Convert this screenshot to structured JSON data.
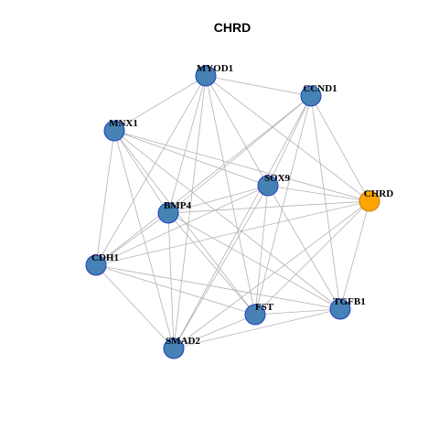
{
  "title": "CHRD",
  "colors": {
    "default_node": "#4682b4",
    "default_node_border": "#1f3fbf",
    "query_node": "#ffa500",
    "query_node_border": "#c87f00",
    "edge": "#b3b3b3"
  },
  "nodes": [
    {
      "id": "MYOD1",
      "label": "MYOD1",
      "query": false
    },
    {
      "id": "CCND1",
      "label": "CCND1",
      "query": false
    },
    {
      "id": "MNX1",
      "label": "MNX1",
      "query": false
    },
    {
      "id": "SOX9",
      "label": "SOX9",
      "query": false
    },
    {
      "id": "CHRD",
      "label": "CHRD",
      "query": true
    },
    {
      "id": "BMP4",
      "label": "BMP4",
      "query": false
    },
    {
      "id": "CDH1",
      "label": "CDH1",
      "query": false
    },
    {
      "id": "TGFB1",
      "label": "TGFB1",
      "query": false
    },
    {
      "id": "FST",
      "label": "FST",
      "query": false
    },
    {
      "id": "SMAD2",
      "label": "SMAD2",
      "query": false
    }
  ],
  "edges": [
    [
      "MYOD1",
      "CCND1"
    ],
    [
      "MYOD1",
      "MNX1"
    ],
    [
      "MYOD1",
      "SOX9"
    ],
    [
      "MYOD1",
      "CHRD"
    ],
    [
      "MYOD1",
      "BMP4"
    ],
    [
      "MYOD1",
      "CDH1"
    ],
    [
      "MYOD1",
      "FST"
    ],
    [
      "MYOD1",
      "SMAD2"
    ],
    [
      "CCND1",
      "SOX9"
    ],
    [
      "CCND1",
      "CHRD"
    ],
    [
      "CCND1",
      "BMP4"
    ],
    [
      "CCND1",
      "CDH1"
    ],
    [
      "CCND1",
      "TGFB1"
    ],
    [
      "CCND1",
      "FST"
    ],
    [
      "CCND1",
      "SMAD2"
    ],
    [
      "MNX1",
      "SOX9"
    ],
    [
      "MNX1",
      "CHRD"
    ],
    [
      "MNX1",
      "BMP4"
    ],
    [
      "MNX1",
      "CDH1"
    ],
    [
      "MNX1",
      "TGFB1"
    ],
    [
      "MNX1",
      "FST"
    ],
    [
      "MNX1",
      "SMAD2"
    ],
    [
      "SOX9",
      "CHRD"
    ],
    [
      "SOX9",
      "BMP4"
    ],
    [
      "SOX9",
      "CDH1"
    ],
    [
      "SOX9",
      "TGFB1"
    ],
    [
      "SOX9",
      "FST"
    ],
    [
      "SOX9",
      "SMAD2"
    ],
    [
      "CHRD",
      "BMP4"
    ],
    [
      "CHRD",
      "CDH1"
    ],
    [
      "CHRD",
      "TGFB1"
    ],
    [
      "CHRD",
      "FST"
    ],
    [
      "CHRD",
      "SMAD2"
    ],
    [
      "BMP4",
      "CDH1"
    ],
    [
      "BMP4",
      "TGFB1"
    ],
    [
      "BMP4",
      "FST"
    ],
    [
      "BMP4",
      "SMAD2"
    ],
    [
      "CDH1",
      "TGFB1"
    ],
    [
      "CDH1",
      "FST"
    ],
    [
      "CDH1",
      "SMAD2"
    ],
    [
      "TGFB1",
      "FST"
    ],
    [
      "TGFB1",
      "SMAD2"
    ],
    [
      "FST",
      "SMAD2"
    ]
  ]
}
